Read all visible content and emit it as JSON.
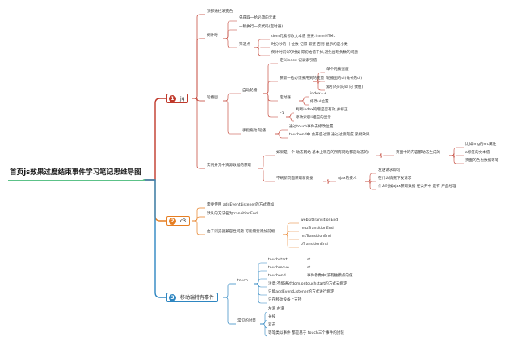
{
  "title": "首页js效果过度结束事件学习笔记思维导图",
  "colors": {
    "jq_branch": "#c0392b",
    "c3_branch": "#e67e22",
    "mobile_branch": "#2e86c1",
    "root_line": "#27ae60"
  },
  "branches": {
    "jq": {
      "num": "1",
      "label": "jq"
    },
    "c3": {
      "num": "2",
      "label": "c3"
    },
    "mobile": {
      "num": "3",
      "label": "移动端特有事件"
    }
  },
  "jq": {
    "n1": "顶部通栏滚变色",
    "n2": "倒计时",
    "n2a": "先获取一给必须的元素",
    "n2b": "一秒执行一次代码(定时器)",
    "n2c": "筛选点",
    "n2c1": "dom元素修改文本值 重要.innerHTML",
    "n2c2": "时分秒的 十位数 记得 取整 否则 显示的是小数",
    "n2c3": "倒计时前0的时候 得初始值干掉,避免出现负数的问题",
    "n3": "轮播图",
    "n3a": "自动轮播",
    "n3a1": "定义index 记录索引值",
    "n3a2": "获取一给必须要用到的变量",
    "n3a2a": "单个元素宽度",
    "n3a2b": "轮播图的ul(做长的ul)",
    "n3a2c": "索引的li(的ol 的 数组)",
    "n3a3": "定时器",
    "n3a3a": "index++",
    "n3a3b": "修改ul位置",
    "n3a4": "c3",
    "n3a4a": "判断index的增是否有效,并修正",
    "n3a4b": "修改索引li相应的显示",
    "n3b": "手指拖动 轮播",
    "n3b1": "通过touch事件去修改位置",
    "n3b2": "touchend中 会开启过渡 通过过渡完成 吸附效果",
    "n4": "实例并无中资源数据的获取",
    "n4a": "如果是一个 动态网站 基本上现在的所有网站都是动态的)",
    "n4a1": "页面中的内容都动态生成的",
    "n4a1a": "比如img的src属性",
    "n4a1b": "a标签的文本值",
    "n4a1c": "页面的色也数据等等",
    "n4b": "不刷新页面获取新数据",
    "n4b1": "ajax的技术",
    "n4b1a": "发送请求即可",
    "n4b1b": "在什么情况下发请求",
    "n4b1c": "什么时候ajax获取数据 在公开中 是有 产品经理"
  },
  "c3": {
    "n1": "需要使用 addEventListener的方式添加",
    "n2": "默认的方法名为transitionEnd",
    "n3": "由于浏览器兼容性问题 可能需要添加前缀",
    "n3a": "webkitTransitionEnd",
    "n3b": "mozTransitionEnd",
    "n3c": "msTransitionEnd",
    "n3d": "oTransitionEnd"
  },
  "mobile": {
    "touch": "touch",
    "ts": "touchstart",
    "ts_v": "st",
    "tm": "touchmove",
    "tm_v": "st",
    "te": "touchend",
    "te_v": "事件参数中 没有触摸点的值",
    "note1": "注意:不能通过dom.ontouchstart的方式去绑定",
    "note2": "只能addEventListener的方式进行绑定",
    "note3": "只在移动设备上支持",
    "enc": "常见的封装",
    "enc1": "左滑 右滑",
    "enc2": "长按",
    "enc3": "双击",
    "enc4": "等等类似事件 都是基于 touch三个事件的封装"
  }
}
